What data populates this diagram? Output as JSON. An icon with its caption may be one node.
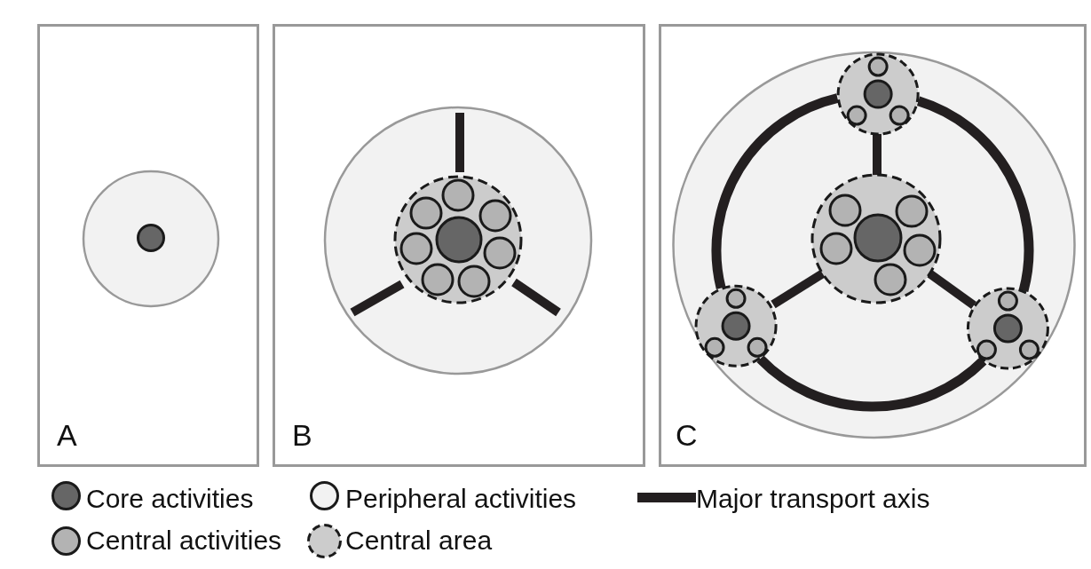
{
  "diagram": {
    "nodes": [
      {
        "text": [
          "A"
        ]
      },
      {
        "text": [
          "B"
        ]
      },
      {
        "text": [
          "C"
        ]
      }
    ],
    "legend": [
      {
        "text": "Core activities",
        "color": "#666666"
      },
      {
        "text": "Peripheral activities",
        "color": "#f2f2f2"
      },
      {
        "text": "Major transport axis"
      },
      {
        "text": "Central activities",
        "color": "#b3b3b3"
      },
      {
        "text": "Central area"
      }
    ]
  }
}
